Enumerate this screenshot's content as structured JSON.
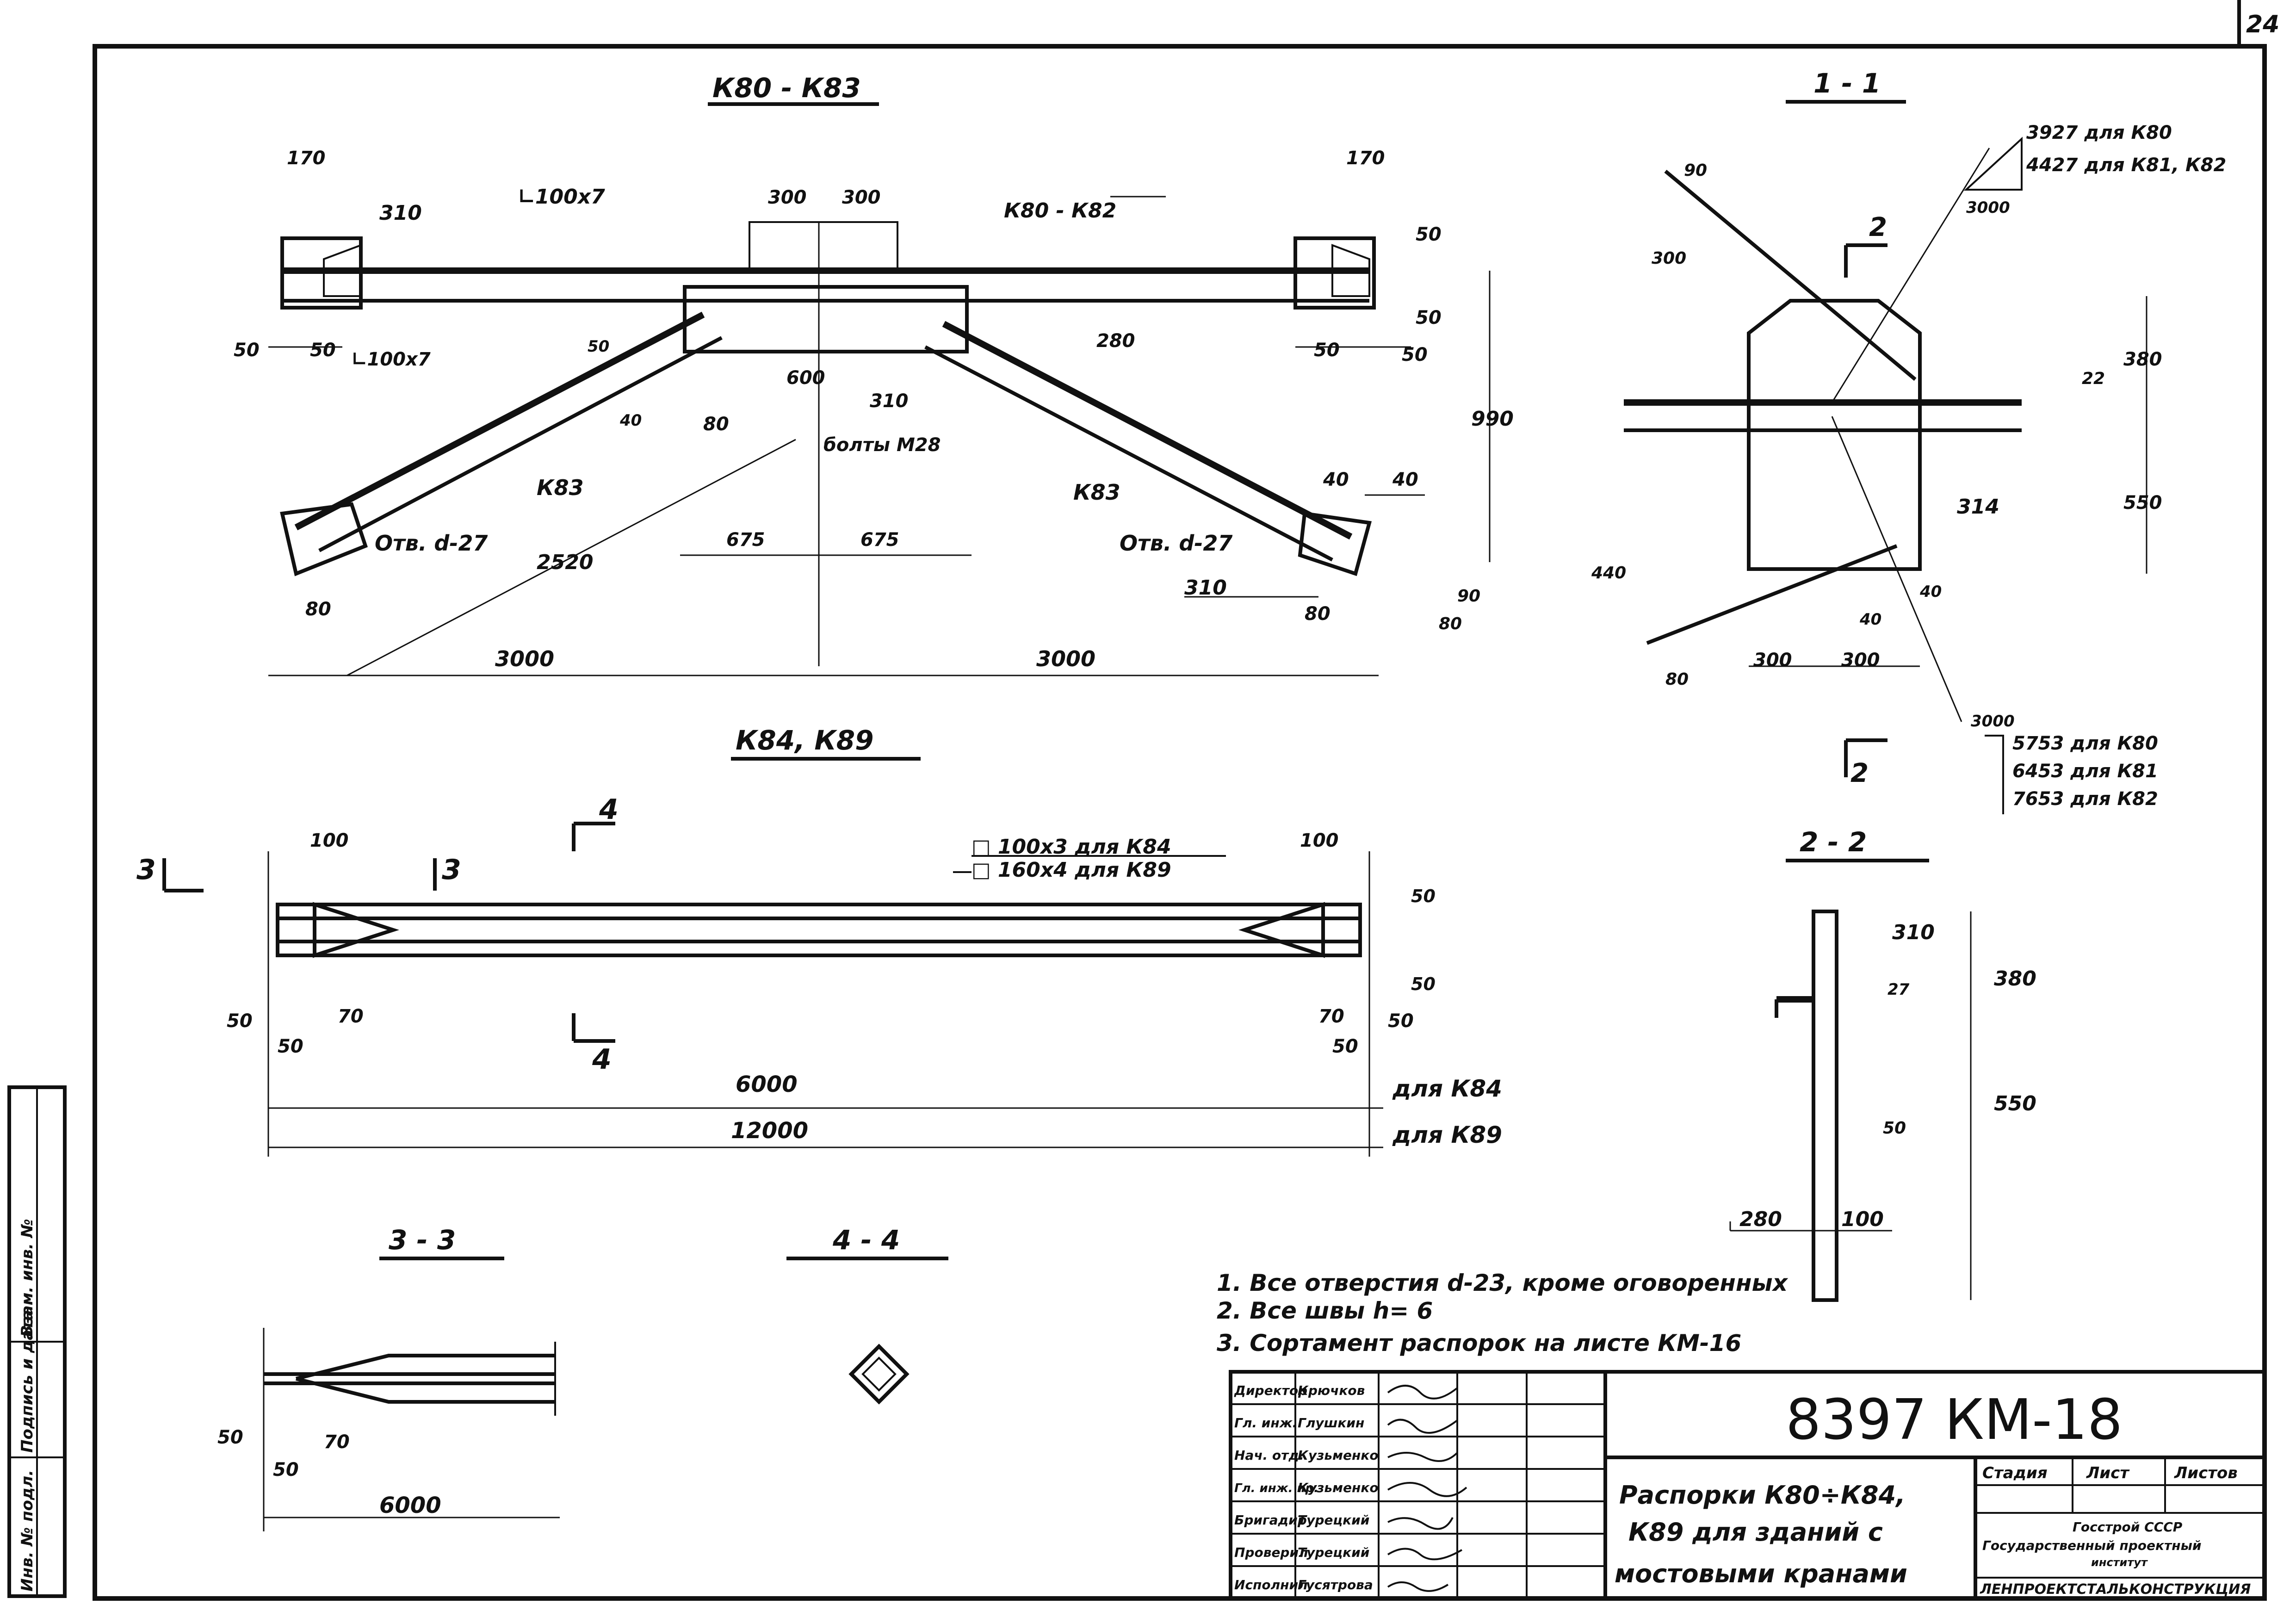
{
  "sheet_number": "24",
  "views": {
    "k80_k83": {
      "title": "К80 - К83",
      "labels": {
        "angle_100x7": "∟100х7",
        "angle_100x7_b": "∟100х7",
        "s10_left": "310",
        "s10_right": "310",
        "s10_lower": "310",
        "k80_k82": "К80 - К82",
        "k83_left": "К83",
        "k83_right": "К83",
        "hole_left": "Отв. d-27",
        "hole_right": "Отв. d-27",
        "bolts": "болты М28"
      },
      "dims": {
        "d170_left": "170",
        "d170_right": "170",
        "d300_a": "300",
        "d300_b": "300",
        "d50_r1": "50",
        "d50_r2": "50",
        "d50_r3": "50",
        "d50_l1": "50",
        "d50_l2": "50",
        "d50_rr": "50",
        "d280": "280",
        "d990": "990",
        "d40_a": "40",
        "d40_b": "40",
        "d80_r": "80",
        "d80_r2": "80",
        "d90_r": "90",
        "d675_a": "675",
        "d675_b": "675",
        "d600": "600",
        "d2520": "2520",
        "d80_l": "80",
        "d80_m": "80",
        "d3000_a": "3000",
        "d3000_b": "3000",
        "d50_s": "50",
        "d40_s": "40"
      }
    },
    "section_1_1": {
      "title": "1 - 1",
      "cut_label": "2",
      "cut_label_b": "2",
      "legend_top": [
        "3927 для К80",
        "4427 для К81, К82"
      ],
      "legend_top_dim": "3000",
      "legend_bottom": [
        "5753 для К80",
        "6453 для К81",
        "7653 для К82"
      ],
      "legend_bottom_dim": "3000",
      "dims": {
        "d90": "90",
        "d300": "300",
        "d380": "380",
        "d22": "22",
        "d550": "550",
        "d514": "314",
        "d440": "440",
        "d80": "80",
        "d300_a": "300",
        "d300_b": "300",
        "d40_a": "40",
        "d40_b": "40"
      }
    },
    "k84_k89": {
      "title": "К84, К89",
      "profile_1": "□ 100х3 для К84",
      "profile_2": "□ 160х4 для К89",
      "cut3_left": "3",
      "cut3_right": "3",
      "cut4_top": "4",
      "cut4_bottom": "4",
      "dims": {
        "d100_l": "100",
        "d100_r": "100",
        "d50_a": "50",
        "d50_b": "50",
        "d50_c": "50",
        "d50_d": "50",
        "d70_l": "70",
        "d70_r": "70",
        "d50_e": "50",
        "d50_f": "50",
        "d6000": "6000",
        "d12000": "12000"
      },
      "for_k84": "для К84",
      "for_k89": "для К89"
    },
    "section_2_2": {
      "title": "2 - 2",
      "label_310": "310",
      "dims": {
        "d27": "27",
        "d380": "380",
        "d550": "550",
        "d50": "50",
        "d280": "280",
        "d100": "100"
      }
    },
    "section_3_3": {
      "title": "3 - 3",
      "dims": {
        "d50_a": "50",
        "d70": "70",
        "d50_b": "50",
        "d6000": "6000"
      }
    },
    "section_4_4": {
      "title": "4 - 4"
    }
  },
  "notes": [
    "1. Все отверстия d-23, кроме оговоренных",
    "2. Все швы h= 6",
    "3. Сортамент распорок на листе КМ-16"
  ],
  "title_block": {
    "document_code": "8397 КМ-18",
    "title_lines": [
      "Распорки К80÷К84,",
      "К89 для зданий с",
      "мостовыми кранами"
    ],
    "col_headers": [
      "Стадия",
      "Лист",
      "Листов"
    ],
    "organization": [
      "Госстрой СССР",
      "Государственный проектный",
      "институт"
    ],
    "organization_name": "ЛЕНПРОЕКТСТАЛЬКОНСТРУКЦИЯ",
    "roles": [
      {
        "role": "Директор",
        "name": "Крючков"
      },
      {
        "role": "Гл. инж.",
        "name": "Глушкин"
      },
      {
        "role": "Нач. отд.",
        "name": "Кузьменко"
      },
      {
        "role": "Гл. инж. пр.",
        "name": "Кузьменко"
      },
      {
        "role": "Бригадир",
        "name": "Турецкий"
      },
      {
        "role": "Проверил",
        "name": "Турецкий"
      },
      {
        "role": "Исполнил",
        "name": "Гусятрова"
      }
    ]
  },
  "side_stamp": [
    "Инв. № подл.",
    "Подпись и дата",
    "Взам. инв. №"
  ]
}
